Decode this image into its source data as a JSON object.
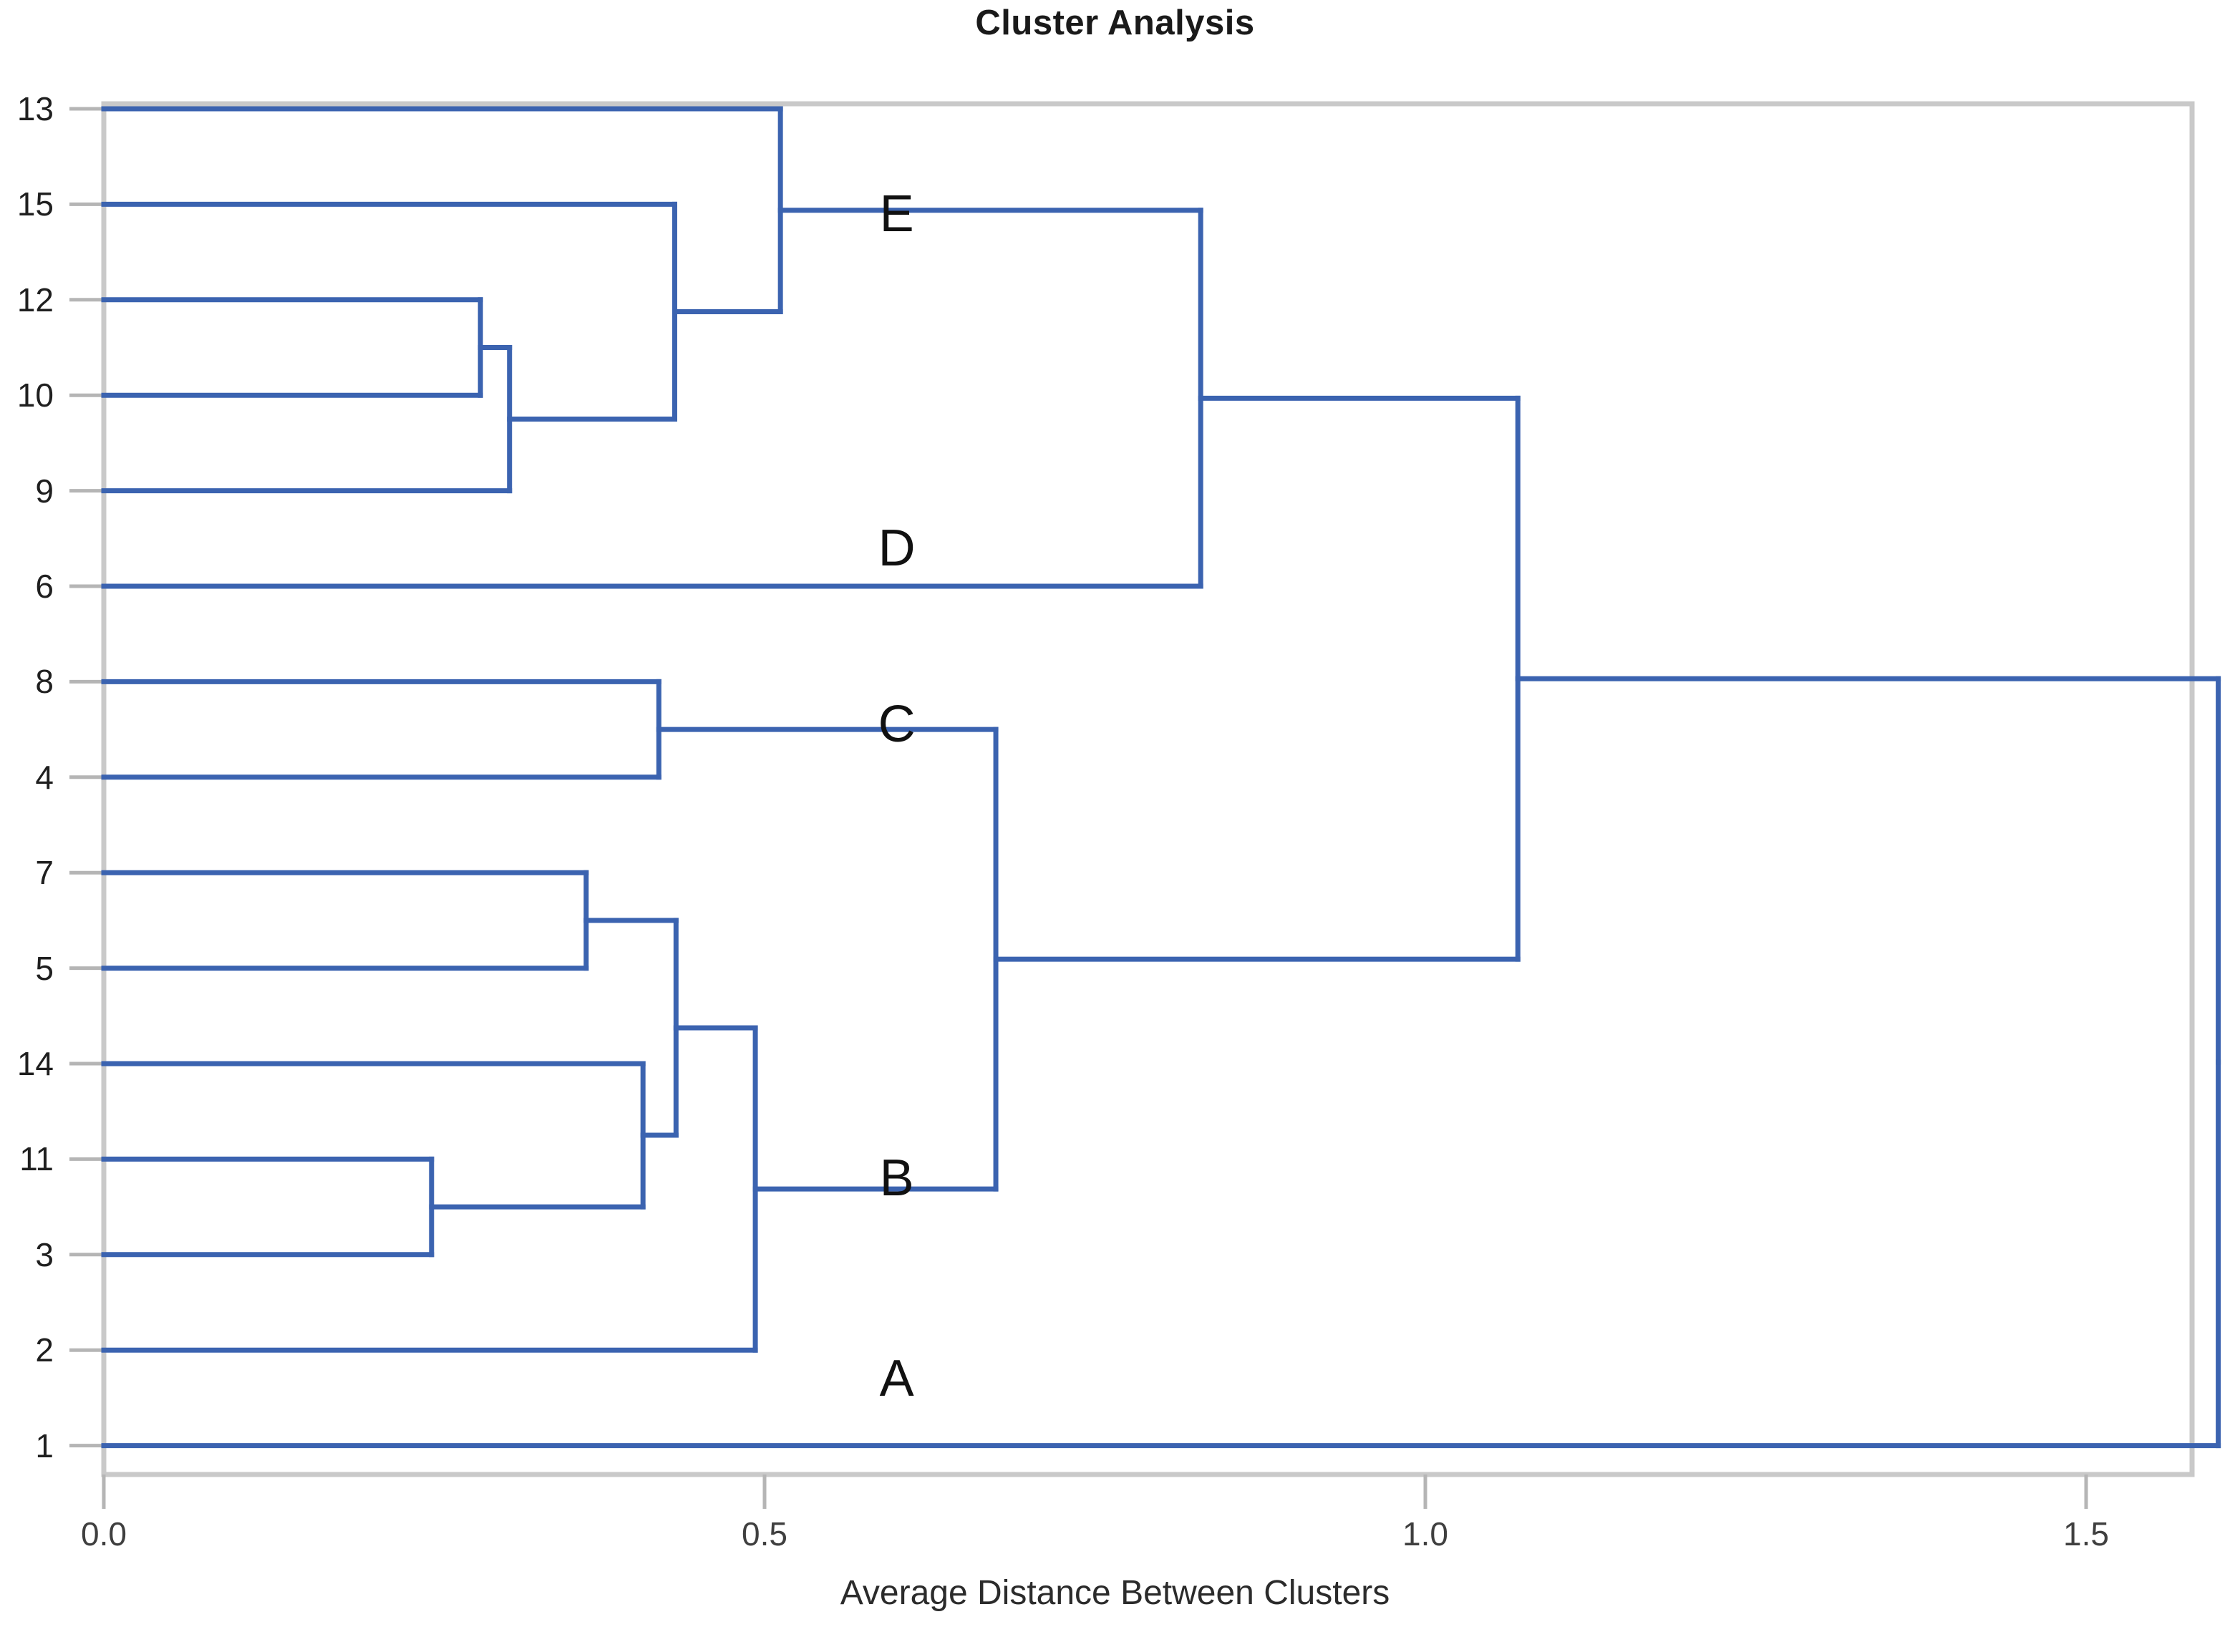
{
  "chart_data": {
    "type": "dendrogram",
    "title": "Cluster Analysis",
    "xlabel": "Average Distance Between Clusters",
    "ylabel": "",
    "xlim": [
      0.0,
      1.66
    ],
    "grid": false,
    "legend": null,
    "xticks": [
      {
        "value": 0.0,
        "label": "0.0"
      },
      {
        "value": 0.5,
        "label": "0.5"
      },
      {
        "value": 1.0,
        "label": "1.0"
      },
      {
        "value": 1.5,
        "label": "1.5"
      }
    ],
    "leaf_order": [
      "13",
      "15",
      "12",
      "10",
      "9",
      "6",
      "8",
      "4",
      "7",
      "5",
      "14",
      "11",
      "3",
      "2",
      "1"
    ],
    "line_color": "#3b63b0",
    "frame_color": "#c9c9c9",
    "merges": [
      {
        "id": "m1",
        "left": "12",
        "right": "10",
        "distance": 0.285
      },
      {
        "id": "m2",
        "left": "m1",
        "right": "9",
        "distance": 0.307
      },
      {
        "id": "m3",
        "left": "15",
        "right": "m2",
        "distance": 0.432
      },
      {
        "id": "m4",
        "left": "13",
        "right": "m3",
        "distance": 0.512
      },
      {
        "id": "m5",
        "left": "m4",
        "right": "6",
        "distance": 0.83
      },
      {
        "id": "m6",
        "left": "8",
        "right": "4",
        "distance": 0.42
      },
      {
        "id": "m7",
        "left": "7",
        "right": "5",
        "distance": 0.365
      },
      {
        "id": "m8",
        "left": "11",
        "right": "3",
        "distance": 0.248
      },
      {
        "id": "m9",
        "left": "14",
        "right": "m8",
        "distance": 0.408
      },
      {
        "id": "m10",
        "left": "m7",
        "right": "m9",
        "distance": 0.433
      },
      {
        "id": "m11",
        "left": "m10",
        "right": "2",
        "distance": 0.493
      },
      {
        "id": "m12",
        "left": "m6",
        "right": "m11",
        "distance": 0.675
      },
      {
        "id": "m13",
        "left": "m5",
        "right": "m12",
        "distance": 1.07
      },
      {
        "id": "m14",
        "left": "m13",
        "right": "1",
        "distance": 1.6
      }
    ],
    "annotations": [
      {
        "text": "E",
        "x": 0.6,
        "leaf_index": 1.1
      },
      {
        "text": "D",
        "x": 0.6,
        "leaf_index": 4.6
      },
      {
        "text": "C",
        "x": 0.6,
        "leaf_index": 6.45
      },
      {
        "text": "B",
        "x": 0.6,
        "leaf_index": 11.2
      },
      {
        "text": "A",
        "x": 0.6,
        "leaf_index": 13.3
      }
    ]
  }
}
